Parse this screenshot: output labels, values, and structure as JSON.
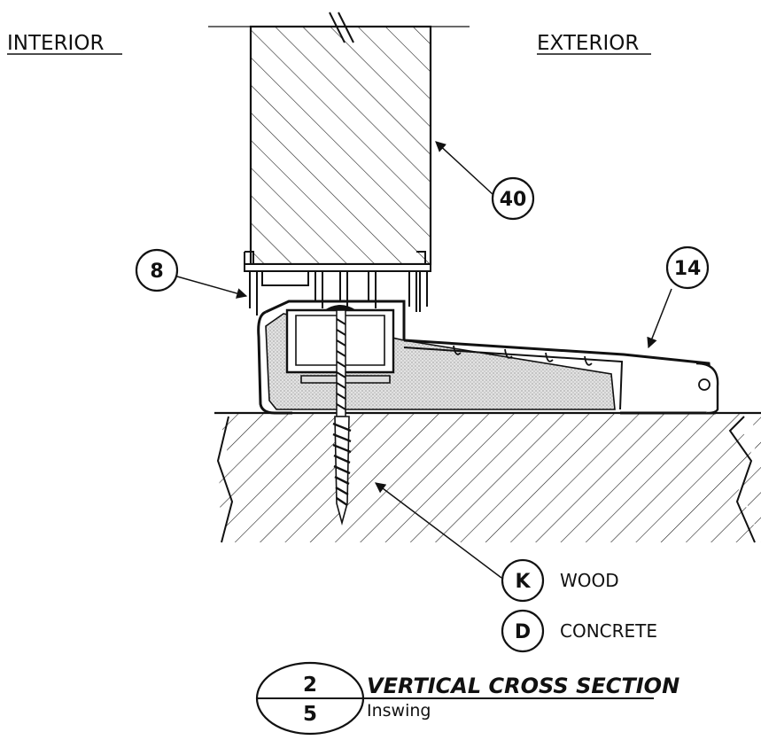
{
  "labels": {
    "interior": "INTERIOR",
    "exterior": "EXTERIOR"
  },
  "callouts": {
    "door_panel": "40",
    "sweep": "8",
    "threshold": "14",
    "fastener_wood": "K",
    "fastener_concrete": "D"
  },
  "fastener_notes": {
    "wood": "WOOD",
    "concrete": "CONCRETE"
  },
  "title_block": {
    "detail_number": "2",
    "sheet_number": "5",
    "title": "VERTICAL CROSS SECTION",
    "subtitle": "Inswing"
  }
}
